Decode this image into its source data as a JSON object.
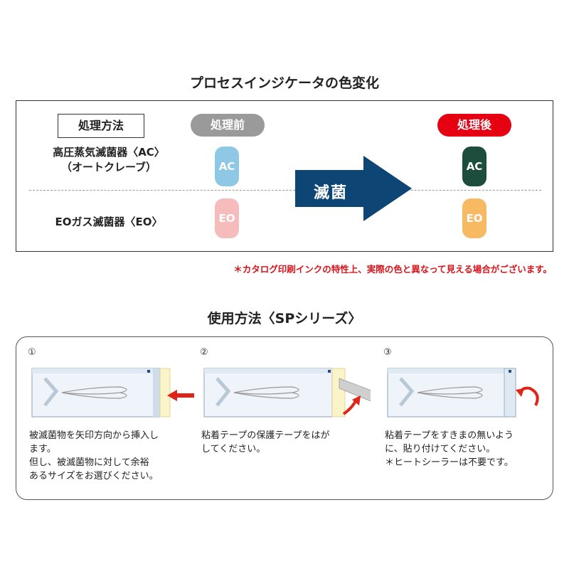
{
  "indicator": {
    "title": "プロセスインジケータの色変化",
    "method_label": "処理方法",
    "before_label": "処理前",
    "after_label": "処理後",
    "rows": [
      {
        "label": "高圧蒸気滅菌器〈AC〉\n（オートクレーブ）",
        "before": "AC",
        "after": "AC",
        "before_color": "#8ec8e4",
        "after_color": "#1c4d3d"
      },
      {
        "label": "EOガス滅菌器〈EO〉",
        "before": "EO",
        "after": "EO",
        "before_color": "#f6bcbc",
        "after_color": "#f7ba63"
      }
    ],
    "arrow_label": "滅菌",
    "note": "＊カタログ印刷インクの特性上、実際の色と異なって見える場合がございます。"
  },
  "usage": {
    "title": "使用方法〈SPシリーズ〉",
    "steps": [
      {
        "num": "①",
        "desc": "被滅菌物を矢印方向から挿入し\nます。\n但し、被滅菌物に対して余裕\nあるサイズをお選びください。"
      },
      {
        "num": "②",
        "desc": "粘着テープの保護テープをはが\nしてください。"
      },
      {
        "num": "③",
        "desc": "粘着テープをすきまの無いよう\nに、貼り付けてください。\n＊ヒートシーラーは不要です。"
      }
    ]
  },
  "colors": {
    "red": "#e50012",
    "navy": "#0d4575",
    "gray_pill": "#9a9a9a"
  },
  "icons": [
    "arrow-left-icon",
    "curl-arrow-icon"
  ]
}
